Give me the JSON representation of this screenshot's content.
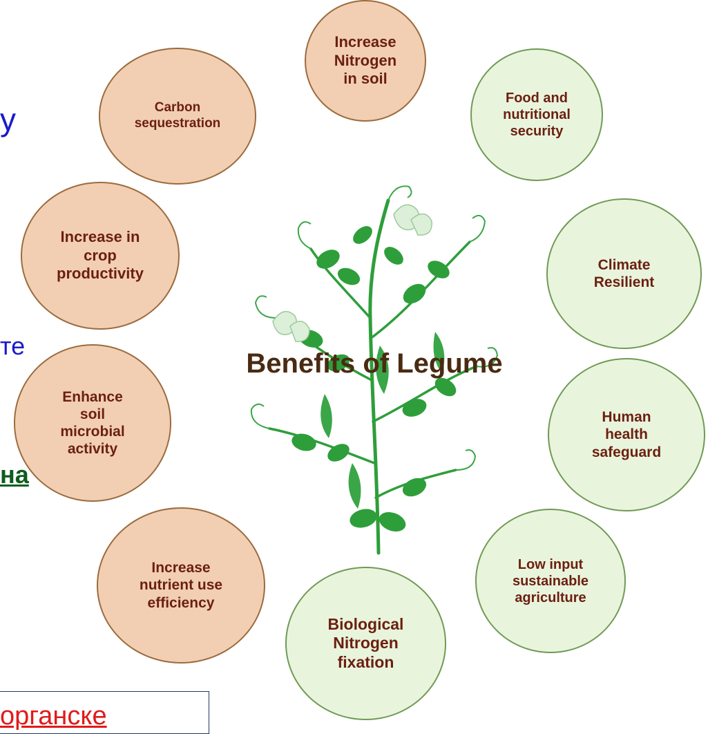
{
  "diagram": {
    "title": "Benefits of Legume",
    "benefits": [
      {
        "id": "increase-nitrogen",
        "label": "Increase\nNitrogen\nin soil",
        "style": "tan"
      },
      {
        "id": "food-security",
        "label": "Food and\nnutritional\nsecurity",
        "style": "green"
      },
      {
        "id": "climate-resilient",
        "label": "Climate\nResilient",
        "style": "green"
      },
      {
        "id": "human-health",
        "label": "Human\nhealth\nsafeguard",
        "style": "green"
      },
      {
        "id": "low-input",
        "label": "Low input\nsustainable\nagriculture",
        "style": "green"
      },
      {
        "id": "bnf",
        "label": "Biological\nNitrogen\nfixation",
        "style": "green"
      },
      {
        "id": "nutrient-use",
        "label": "Increase\nnutrient use\nefficiency",
        "style": "tan"
      },
      {
        "id": "soil-microbial",
        "label": "Enhance\nsoil\nmicrobial\nactivity",
        "style": "tan"
      },
      {
        "id": "crop-productivity",
        "label": "Increase in\ncrop\nproductivity",
        "style": "tan"
      },
      {
        "id": "carbon",
        "label": "Carbon\nsequestration",
        "style": "tan"
      }
    ]
  },
  "slide_fragments": {
    "blue_top": "y",
    "blue_mid": "те",
    "green_underlined": "на",
    "red_bottom": "органске"
  },
  "colors": {
    "tan_fill": "#f2cfb2",
    "green_fill": "#e9f4dd",
    "label_text": "#6b1f10",
    "title_text": "#4a2a12",
    "leaf": "#2e9e3a"
  }
}
